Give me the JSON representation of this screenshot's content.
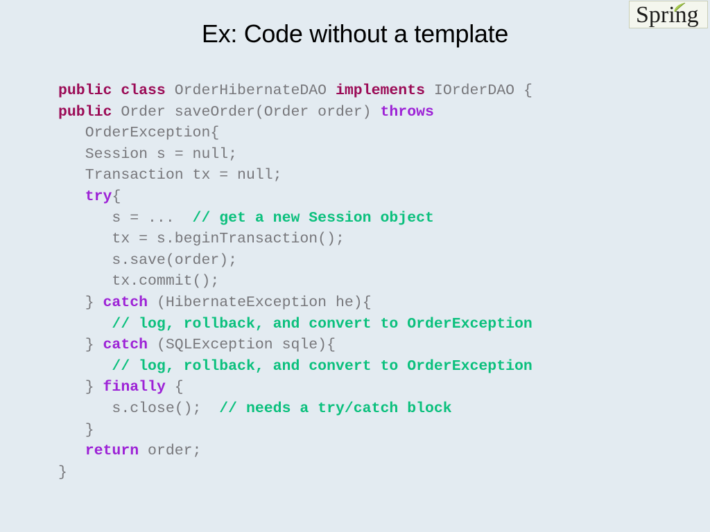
{
  "slide": {
    "background_color": "#e3ebf1",
    "title": "Ex: Code without a template"
  },
  "logo": {
    "name": "spring-logo",
    "word": "Spring",
    "leaf_color": "#a6c94f",
    "text_color": "#1d1d1b",
    "box_background": "#f4f6ee",
    "box_border_color": "#c9cdb6"
  },
  "code": {
    "language": "java",
    "colors": {
      "plain": "#77777b",
      "keyword_dark": "#9b0b56",
      "keyword_purple": "#9d22d6",
      "comment": "#0bc07d"
    },
    "lines": [
      {
        "id": "line-1",
        "indent": 0,
        "tokens": [
          {
            "t": "public",
            "k": "kw-dark"
          },
          {
            "t": " ",
            "k": "plain"
          },
          {
            "t": "class",
            "k": "kw-dark"
          },
          {
            "t": " OrderHibernateDAO ",
            "k": "plain"
          },
          {
            "t": "implements",
            "k": "kw-dark"
          },
          {
            "t": " IOrderDAO {",
            "k": "plain"
          }
        ]
      },
      {
        "id": "line-2",
        "indent": 0,
        "tokens": [
          {
            "t": "public",
            "k": "kw-dark"
          },
          {
            "t": " Order saveOrder(Order order) ",
            "k": "plain"
          },
          {
            "t": "throws",
            "k": "kw-purple"
          }
        ]
      },
      {
        "id": "line-3",
        "indent": 3,
        "tokens": [
          {
            "t": "OrderException{",
            "k": "plain"
          }
        ]
      },
      {
        "id": "line-4",
        "indent": 3,
        "tokens": [
          {
            "t": "Session s = null;",
            "k": "plain"
          }
        ]
      },
      {
        "id": "line-5",
        "indent": 3,
        "tokens": [
          {
            "t": "Transaction tx = null;",
            "k": "plain"
          }
        ]
      },
      {
        "id": "line-6",
        "indent": 3,
        "tokens": [
          {
            "t": "try",
            "k": "kw-purple"
          },
          {
            "t": "{",
            "k": "plain"
          }
        ]
      },
      {
        "id": "line-7",
        "indent": 6,
        "tokens": [
          {
            "t": "s = ...  ",
            "k": "plain"
          },
          {
            "t": "// get a new Session object",
            "k": "cmt"
          }
        ]
      },
      {
        "id": "line-8",
        "indent": 6,
        "tokens": [
          {
            "t": "tx = s.beginTransaction();",
            "k": "plain"
          }
        ]
      },
      {
        "id": "line-9",
        "indent": 6,
        "tokens": [
          {
            "t": "s.save(order);",
            "k": "plain"
          }
        ]
      },
      {
        "id": "line-10",
        "indent": 6,
        "tokens": [
          {
            "t": "tx.commit();",
            "k": "plain"
          }
        ]
      },
      {
        "id": "line-11",
        "indent": 3,
        "tokens": [
          {
            "t": "} ",
            "k": "plain"
          },
          {
            "t": "catch",
            "k": "kw-purple"
          },
          {
            "t": " (HibernateException he){",
            "k": "plain"
          }
        ]
      },
      {
        "id": "line-12",
        "indent": 6,
        "tokens": [
          {
            "t": "// log, rollback, and convert to OrderException",
            "k": "cmt"
          }
        ]
      },
      {
        "id": "line-13",
        "indent": 3,
        "tokens": [
          {
            "t": "} ",
            "k": "plain"
          },
          {
            "t": "catch",
            "k": "kw-purple"
          },
          {
            "t": " (SQLException sqle){",
            "k": "plain"
          }
        ]
      },
      {
        "id": "line-14",
        "indent": 6,
        "tokens": [
          {
            "t": "// log, rollback, and convert to OrderException",
            "k": "cmt"
          }
        ]
      },
      {
        "id": "line-15",
        "indent": 3,
        "tokens": [
          {
            "t": "} ",
            "k": "plain"
          },
          {
            "t": "finally",
            "k": "kw-purple"
          },
          {
            "t": " {",
            "k": "plain"
          }
        ]
      },
      {
        "id": "line-16",
        "indent": 6,
        "tokens": [
          {
            "t": "s.close();  ",
            "k": "plain"
          },
          {
            "t": "// needs a try/catch block",
            "k": "cmt"
          }
        ]
      },
      {
        "id": "line-17",
        "indent": 3,
        "tokens": [
          {
            "t": "}",
            "k": "plain"
          }
        ]
      },
      {
        "id": "line-18",
        "indent": 3,
        "tokens": [
          {
            "t": "return",
            "k": "kw-purple"
          },
          {
            "t": " order;",
            "k": "plain"
          }
        ]
      },
      {
        "id": "line-19",
        "indent": 0,
        "tokens": [
          {
            "t": "}",
            "k": "plain"
          }
        ]
      }
    ]
  }
}
